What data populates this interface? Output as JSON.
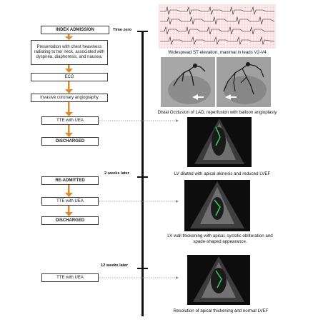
{
  "timeline": {
    "marks": {
      "t0": "Time zero",
      "t2w": "2 weeks later",
      "t12w": "12 weeks later"
    }
  },
  "boxes": {
    "index_admission": "INDEX ADMISSION",
    "presentation": "Presentation with chest heaviness radiating to her neck, associated with dyspnea, diaphoresis, and nausea.",
    "ecg": "ECG",
    "angiography": "Invasive coronary angiography",
    "tte1": "TTE with UEA",
    "discharged1": "DISCHARGED",
    "readmitted": "RE-ADMITTED",
    "tte2": "TTE with UEA",
    "discharged2": "DISCHARGED",
    "tte3": "TTE with UEA"
  },
  "captions": {
    "ecg": "Widespread ST elevation, maximal in leads V2-V4",
    "angio": "Distal Occlusion of LAD, reperfusion with balloon angioplasty",
    "echo1": "LV dilated with apical akinesis and reduced  LVEF",
    "echo2": "LV wall thickening with apical, systolic obliteration and spade-shaped appearance.",
    "echo3": "Resolution of apical thickening and normal LVEF"
  },
  "colors": {
    "arrow": "#e08a2a",
    "line": "#111111",
    "ecg_grid": "#f2b8b8",
    "contrast": "#2fd060"
  }
}
